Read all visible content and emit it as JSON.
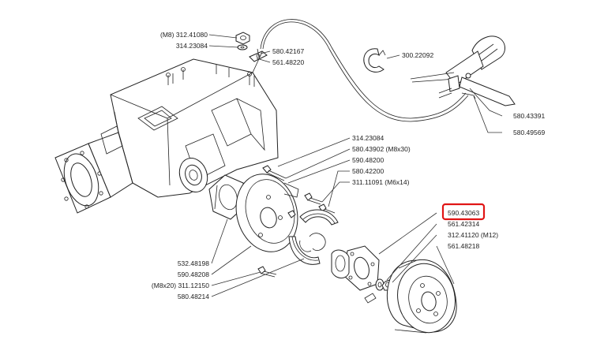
{
  "labels": {
    "m8_312_41080": "(M8) 312.41080",
    "l_314_23084_top": "314.23084",
    "l_580_42167": "580.42167",
    "l_561_48220": "561.48220",
    "l_300_22092": "300.22092",
    "l_580_43391": "580.43391",
    "l_580_49569": "580.49569",
    "l_314_23084_mid": "314.23084",
    "l_580_43902": "580.43902 (M8x30)",
    "l_590_48200": "590.48200",
    "l_580_42200": "580.42200",
    "l_311_11091": "311.11091 (M6x14)",
    "l_590_43063": "590.43063",
    "l_561_42314": "561.42314",
    "l_312_41120": "312.41120 (M12)",
    "l_561_48218": "561.48218",
    "l_532_48198": "532.48198",
    "l_590_48208": "590.48208",
    "l_311_12150": "(M8x20) 311.12150",
    "l_580_48214": "580.48214"
  },
  "highlight": {
    "target_label": "590.43063",
    "color": "#e01515"
  }
}
